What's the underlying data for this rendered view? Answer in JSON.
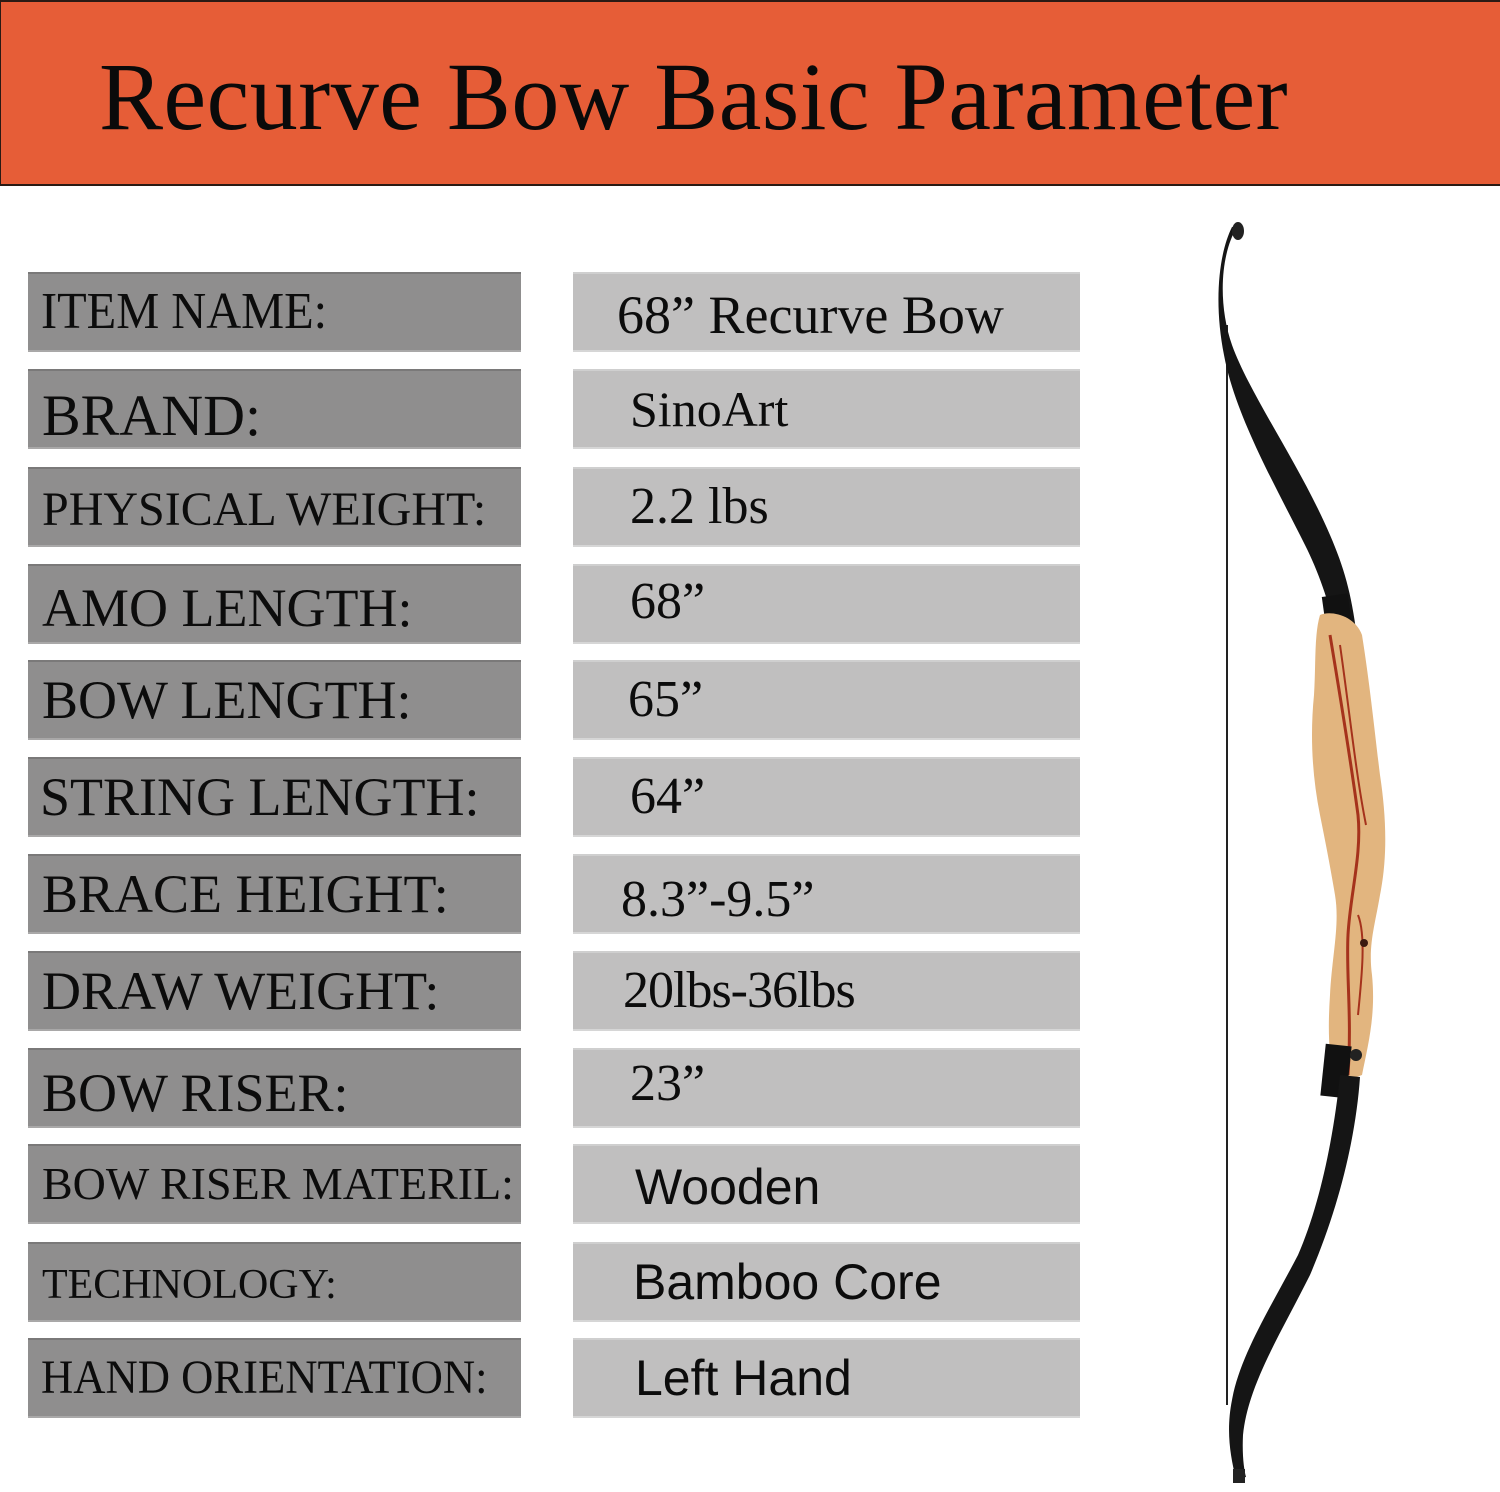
{
  "header": {
    "title": "Recurve Bow Basic Parameter",
    "background_color": "#e65d37"
  },
  "colors": {
    "label_cell": "#8f8e8e",
    "value_cell": "#c0bfbf",
    "text": "#0c0c0c"
  },
  "specs": [
    {
      "label": "ITEM NAME:",
      "value": "68” Recurve Bow"
    },
    {
      "label": "BRAND:",
      "value": "SinoArt"
    },
    {
      "label": "PHYSICAL WEIGHT:",
      "value": "2.2 lbs"
    },
    {
      "label": "AMO LENGTH:",
      "value": "68”"
    },
    {
      "label": "BOW LENGTH:",
      "value": "65”"
    },
    {
      "label": "STRING LENGTH:",
      "value": "64”"
    },
    {
      "label": "BRACE HEIGHT:",
      "value": "8.3”-9.5”"
    },
    {
      "label": "DRAW WEIGHT:",
      "value": "20lbs-36lbs"
    },
    {
      "label": "BOW RISER:",
      "value": "23”"
    },
    {
      "label": "BOW RISER MATERIL:",
      "value": "Wooden"
    },
    {
      "label": "TECHNOLOGY:",
      "value": "Bamboo Core"
    },
    {
      "label": "HAND ORIENTATION:",
      "value": "Left Hand"
    }
  ],
  "image": {
    "subject": "recurve-bow-product-photo",
    "limb_color": "#151515",
    "riser_color": "#e2b57f",
    "riser_stripe_color": "#a5321c"
  }
}
